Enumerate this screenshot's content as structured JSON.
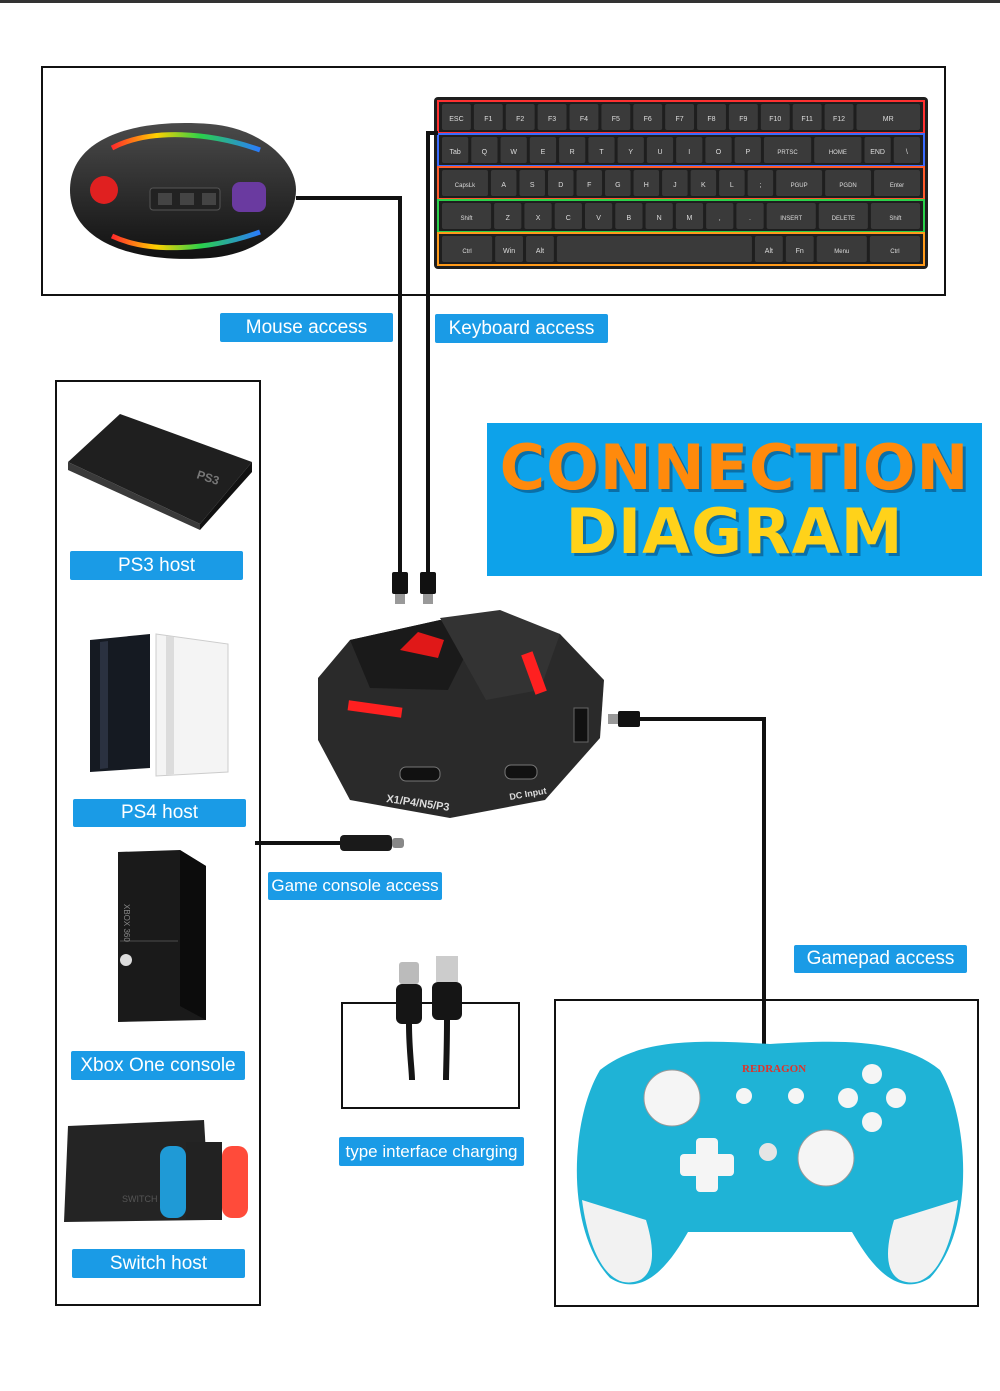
{
  "title": {
    "line1": "CONNECTION",
    "line2": "DIAGRAM"
  },
  "labels": {
    "mouse": "Mouse access",
    "keyboard": "Keyboard access",
    "ps3": "PS3 host",
    "ps4": "PS4 host",
    "xbox": "Xbox One console",
    "switch": "Switch host",
    "console_access": "Game console access",
    "charging": "type interface charging",
    "gamepad": "Gamepad access"
  },
  "device_text": {
    "adapter_port_left": "X1/P4/N5/P3",
    "adapter_port_right": "DC Input",
    "gamepad_brand": "REDRAGON",
    "ps3_logo": "PS3",
    "xbox_logo": "XBOX 360",
    "switch_logo": "SWITCH"
  },
  "keyboard_rows": [
    [
      "ESC",
      "F1",
      "F2",
      "F3",
      "F4",
      "F5",
      "F6",
      "F7",
      "F8",
      "F9",
      "F10",
      "F11",
      "F12",
      "MR"
    ],
    [
      "Tab",
      "Q",
      "W",
      "E",
      "R",
      "T",
      "Y",
      "U",
      "I",
      "O",
      "P",
      "PRTSC",
      "HOME",
      "END",
      "\\"
    ],
    [
      "CapsLk",
      "A",
      "S",
      "D",
      "F",
      "G",
      "H",
      "J",
      "K",
      "L",
      ";",
      "PGUP",
      "PGDN",
      "Enter"
    ],
    [
      "Shift",
      "Z",
      "X",
      "C",
      "V",
      "B",
      "N",
      "M",
      ",",
      ".",
      "INSERT",
      "DELETE",
      "Shift"
    ],
    [
      "Ctrl",
      "Win",
      "Alt",
      "",
      "Alt",
      "Fn",
      "Menu",
      "Ctrl"
    ]
  ],
  "colors": {
    "accent": "#1a9be6",
    "title_orange": "#ff8a0c",
    "title_yellow": "#ffd21a",
    "gamepad": "#1fb3d6"
  }
}
